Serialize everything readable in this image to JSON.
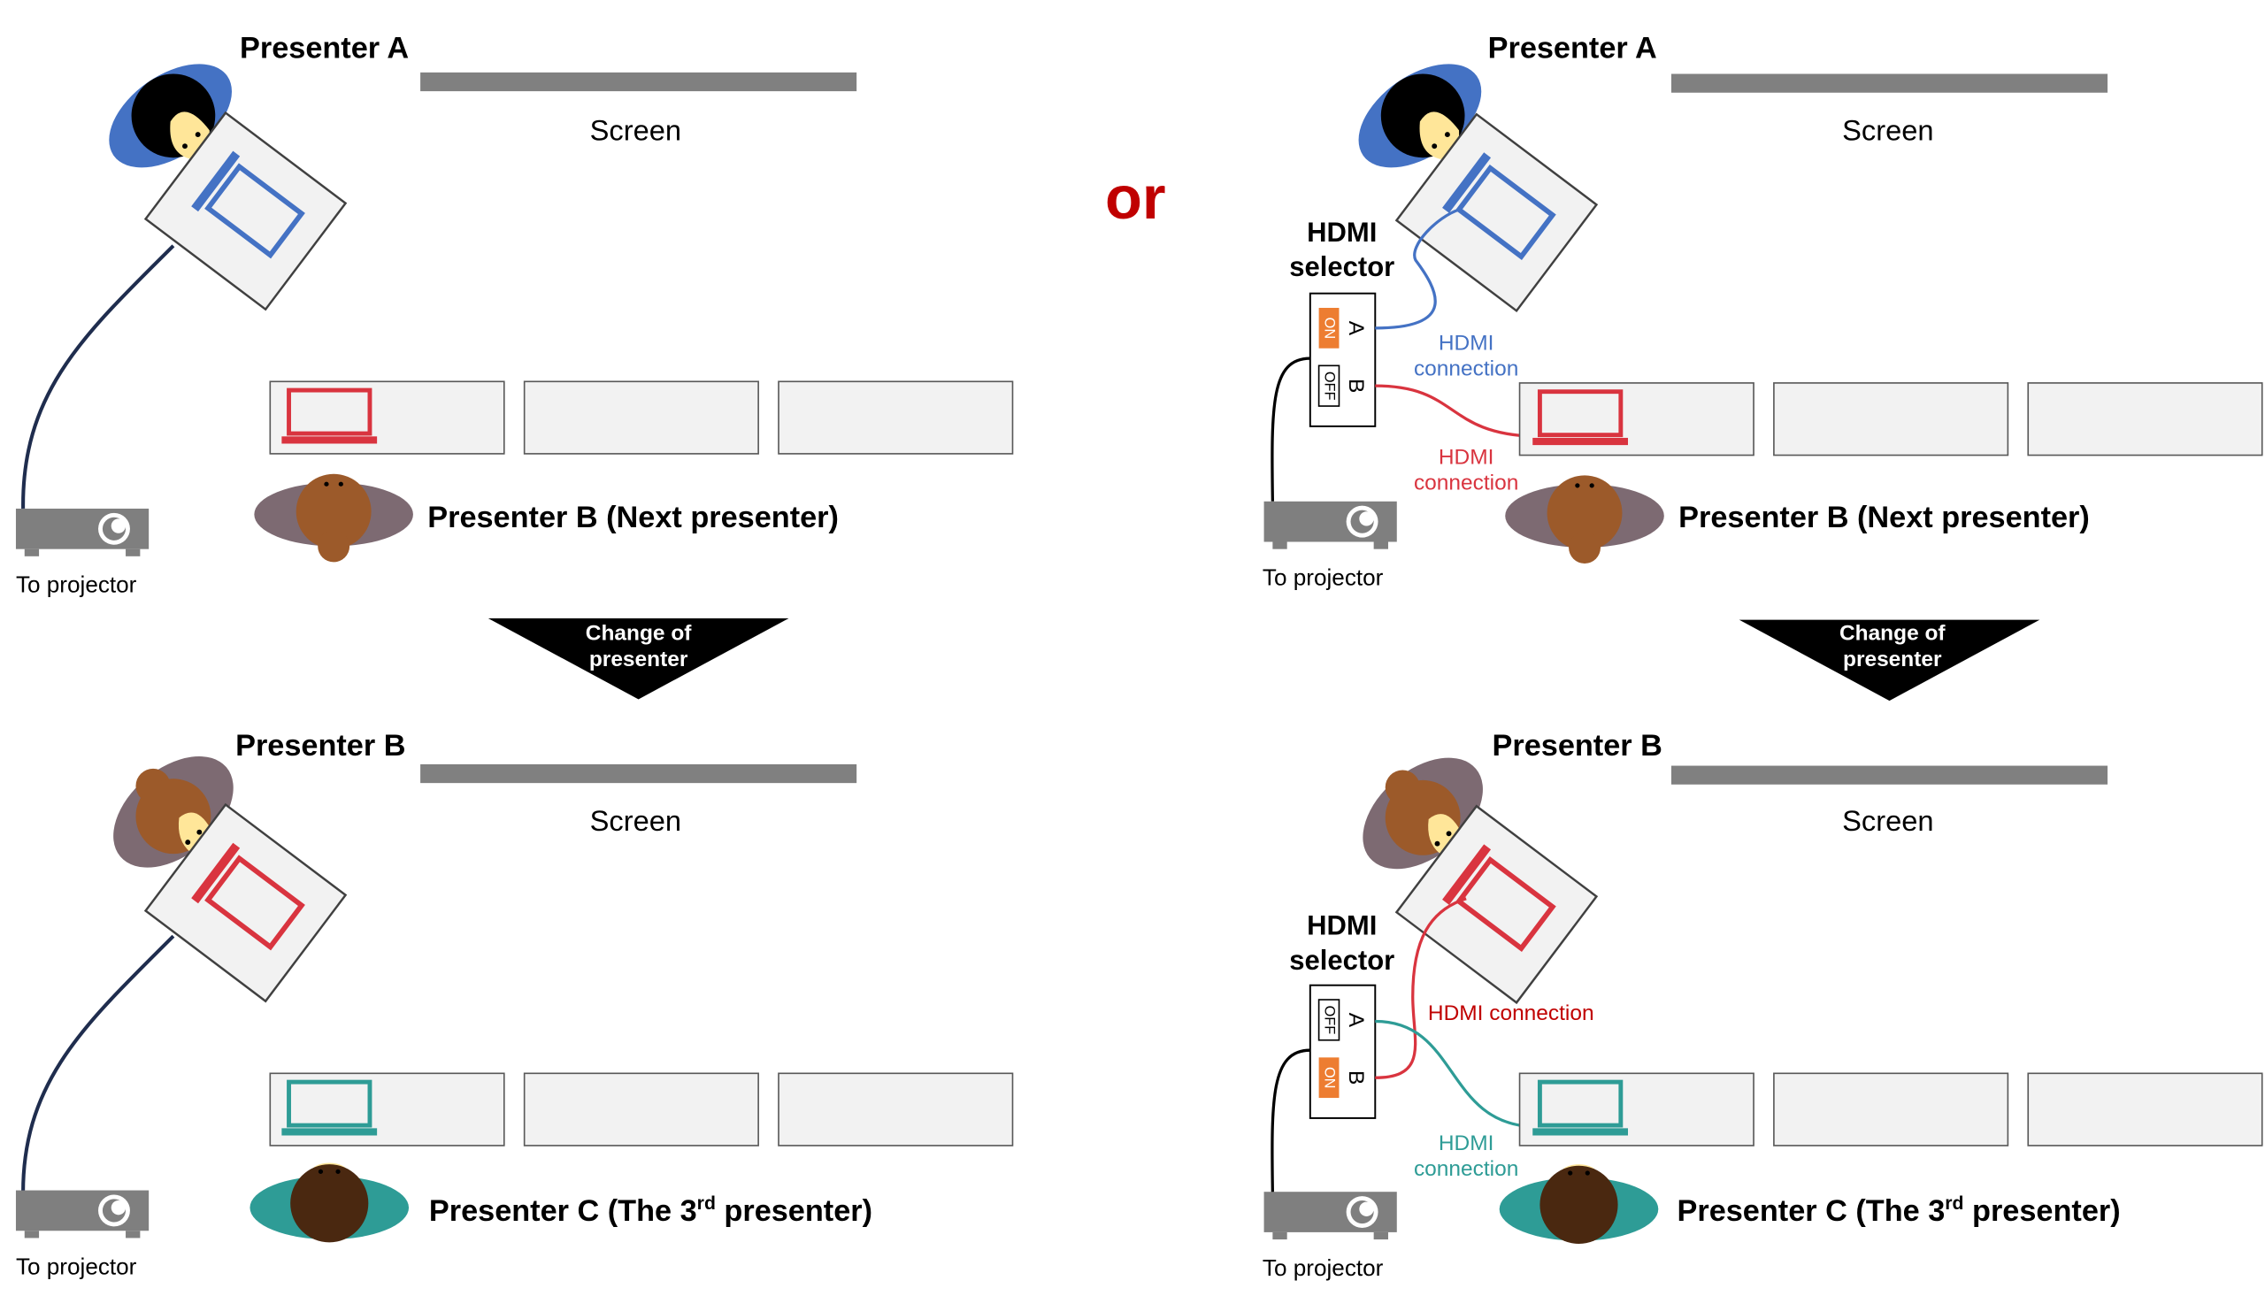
{
  "connector_word": "or",
  "colors": {
    "presenter_a": "#4472C4",
    "presenter_b": "#D9343F",
    "presenter_c": "#2E9C96",
    "or_word": "#C00000",
    "switch_on": "#ED7D31",
    "screen_bar": "#808080",
    "cable_direct": "#1F2D4E"
  },
  "common": {
    "screen_label": "Screen",
    "projector_label": "To projector",
    "change_label_line1": "Change of",
    "change_label_line2": "presenter",
    "selector_line1": "HDMI",
    "selector_line2": "selector",
    "port_a": "A",
    "port_b": "B",
    "state_on": "ON",
    "state_off": "OFF",
    "hdmi_line1": "HDMI",
    "hdmi_line2": "connection",
    "hdmi_single": "HDMI connection"
  },
  "left": {
    "before": {
      "speaker_label": "Presenter A",
      "waiting_label": "Presenter B (Next presenter)"
    },
    "after": {
      "speaker_label": "Presenter B",
      "waiting_label_pre": "Presenter C (The 3",
      "waiting_label_sup": "rd",
      "waiting_label_post": " presenter)"
    }
  },
  "right": {
    "before": {
      "speaker_label": "Presenter A",
      "waiting_label": "Presenter B (Next presenter)"
    },
    "after": {
      "speaker_label": "Presenter B",
      "waiting_label_pre": "Presenter C (The 3",
      "waiting_label_sup": "rd",
      "waiting_label_post": " presenter)"
    }
  }
}
